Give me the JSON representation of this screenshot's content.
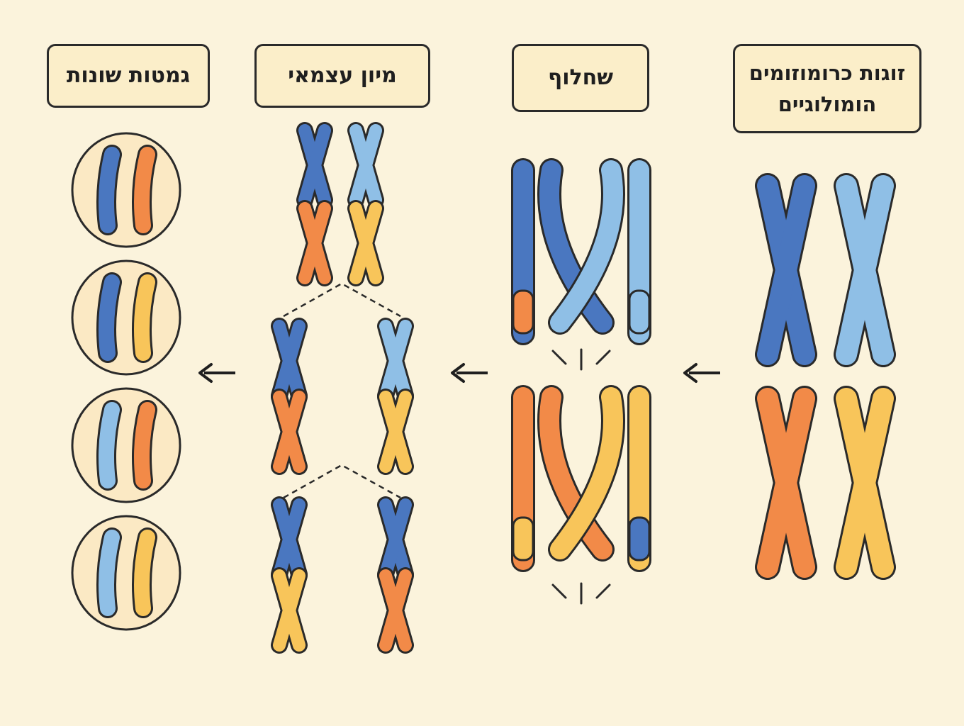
{
  "labels": {
    "homologous_pairs": "זוגות כרומוזומים הומולוגיים",
    "crossing_over": "שחלוף",
    "independent_assortment": "מיון עצמאי",
    "different_gametes": "גמטות שונות"
  },
  "colors": {
    "background": "#fbf3dc",
    "label_fill": "#fbeec9",
    "outline": "#2a2a2a",
    "dark_blue": "#4a77c0",
    "light_blue": "#8fbfe6",
    "orange": "#f28a48",
    "yellow": "#f8c55a",
    "cell_fill": "#fbe9c4"
  },
  "icons": {
    "flow_arrow": "left-arrow-icon"
  }
}
